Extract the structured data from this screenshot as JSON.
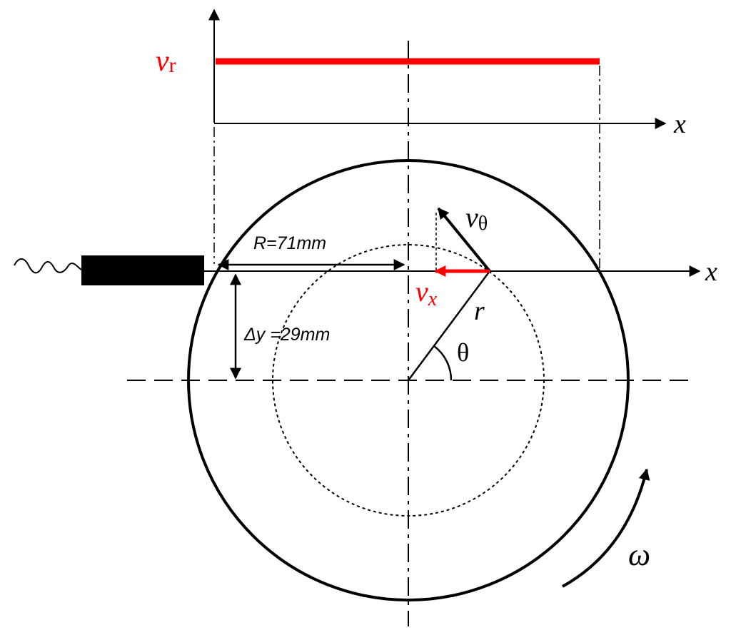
{
  "labels": {
    "vr_main": "v",
    "vr_sub": "r",
    "x_top": "x",
    "x_mid": "x",
    "vtheta_main": "v",
    "vtheta_sub": "θ",
    "vx_main": "v",
    "vx_sub": "x",
    "r": "r",
    "theta": "θ",
    "R_dim": "R=71mm",
    "dy_dim": "Δy =29mm",
    "omega": "ω"
  },
  "colors": {
    "line": "#000000",
    "highlight": "#ff0000",
    "background": "#ffffff"
  }
}
